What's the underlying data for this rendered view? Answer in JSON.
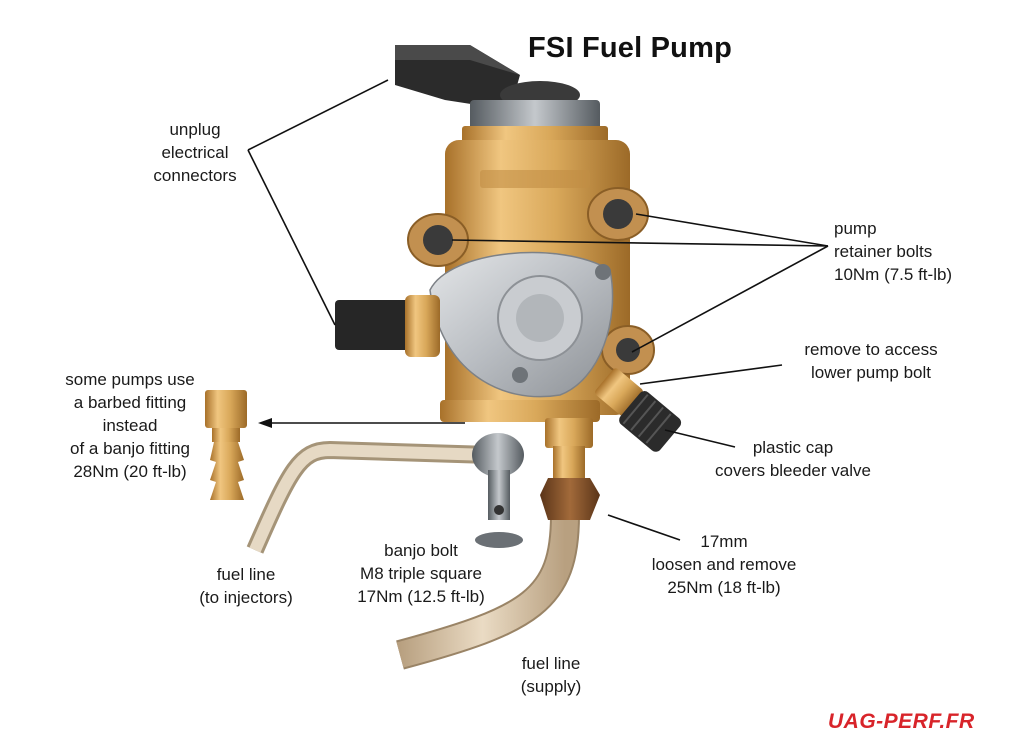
{
  "title": "FSI Fuel Pump",
  "watermark": "UAG-PERF.FR",
  "labels": {
    "electrical": [
      "unplug",
      "electrical",
      "connectors"
    ],
    "retainer": [
      "pump",
      "retainer bolts",
      "10Nm (7.5 ft-lb)"
    ],
    "access": [
      "remove to access",
      "lower pump bolt"
    ],
    "cap": [
      "plastic cap",
      "covers bleeder valve"
    ],
    "barbed": [
      "some pumps use",
      "a barbed fitting",
      "instead",
      "of a banjo fitting",
      "28Nm (20 ft-lb)"
    ],
    "fuel_injectors": [
      "fuel line",
      "(to injectors)"
    ],
    "banjo": [
      "banjo bolt",
      "M8 triple square",
      "17Nm (12.5 ft-lb)"
    ],
    "nut": [
      "17mm",
      "loosen and remove",
      "25Nm (18 ft-lb)"
    ],
    "fuel_supply": [
      "fuel line",
      "(supply)"
    ]
  },
  "colors": {
    "brass": "#d9a85a",
    "brass_dark": "#b07a30",
    "aluminium": "#b9bdc2",
    "connector": "#2b2b2b",
    "tube": "#d6c2a4",
    "nut": "#7a4a24",
    "watermark": "#d8242a"
  }
}
